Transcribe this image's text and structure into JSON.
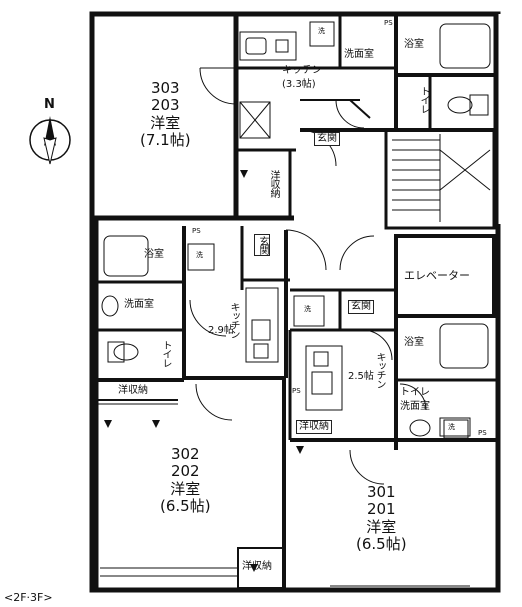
{
  "floor_label": "<2F·3F>",
  "compass": "N",
  "units": [
    {
      "id": "unit-303-203",
      "number_top": "303",
      "number_bottom": "203",
      "room": "洋室",
      "size": "(7.1帖)"
    },
    {
      "id": "unit-302-202",
      "number_top": "302",
      "number_bottom": "202",
      "room": "洋室",
      "size": "(6.5帖)"
    },
    {
      "id": "unit-301-201",
      "number_top": "301",
      "number_bottom": "201",
      "room": "洋室",
      "size": "(6.5帖)"
    }
  ],
  "labels": {
    "kitchen_303": "キッチン",
    "kitchen_303_size": "(3.3帖)",
    "washroom_303": "洗面室",
    "bath_303": "浴室",
    "toilet_303": "トイレ",
    "entrance_303": "玄関",
    "closet_303": "洋収納",
    "bath_302": "浴室",
    "washroom_302": "洗面室",
    "toilet_302": "トイレ",
    "entrance_302": "玄関",
    "kitchen_302": "キッチン",
    "kitchen_302_size": "2.9帖",
    "closet_302_a": "洋収納",
    "closet_302_b": "洋収納",
    "elevator": "エレベーター",
    "entrance_301": "玄関",
    "bath_301": "浴室",
    "toilet_wash_301_a": "トイレ",
    "toilet_wash_301_b": "洗面室",
    "kitchen_301": "キッチン",
    "kitchen_301_size": "2.5帖",
    "closet_301": "洋収納",
    "ps": "PS",
    "washer": "洗"
  }
}
